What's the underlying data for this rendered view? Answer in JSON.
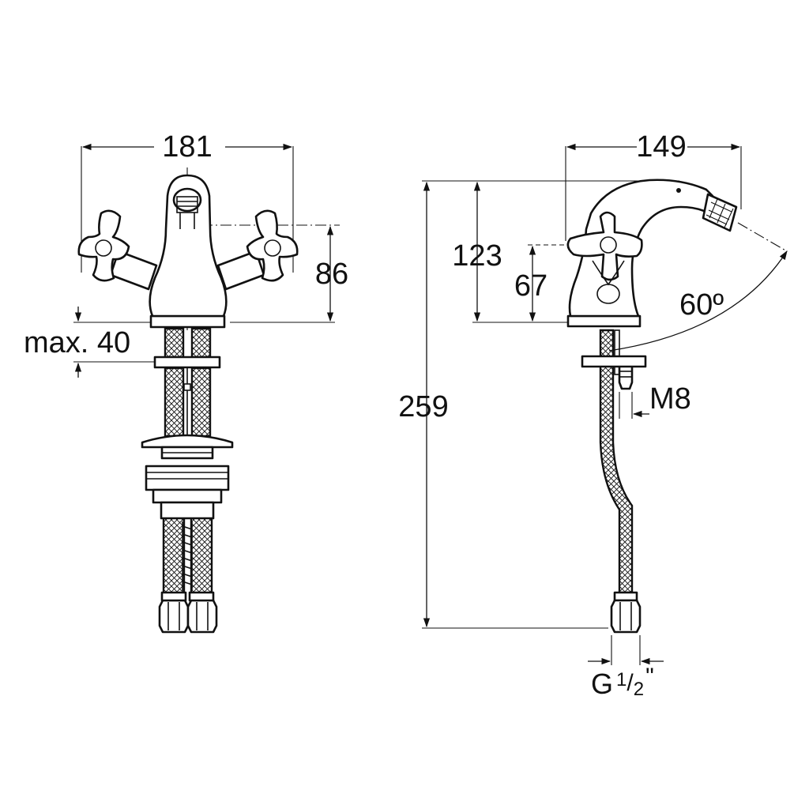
{
  "dimensions": {
    "width_front": "181",
    "width_side": "149",
    "height_handle": "86",
    "height_spout": "123",
    "height_handle_side": "67",
    "swivel_angle": "60º",
    "max_deck": "max. 40",
    "total_height": "259",
    "rod_thread": "M8",
    "hose_thread_prefix": "G",
    "hose_thread_num": "1",
    "hose_thread_den": "2",
    "hose_thread_suffix": "\""
  },
  "colors": {
    "line": "#111111",
    "background": "#ffffff"
  }
}
